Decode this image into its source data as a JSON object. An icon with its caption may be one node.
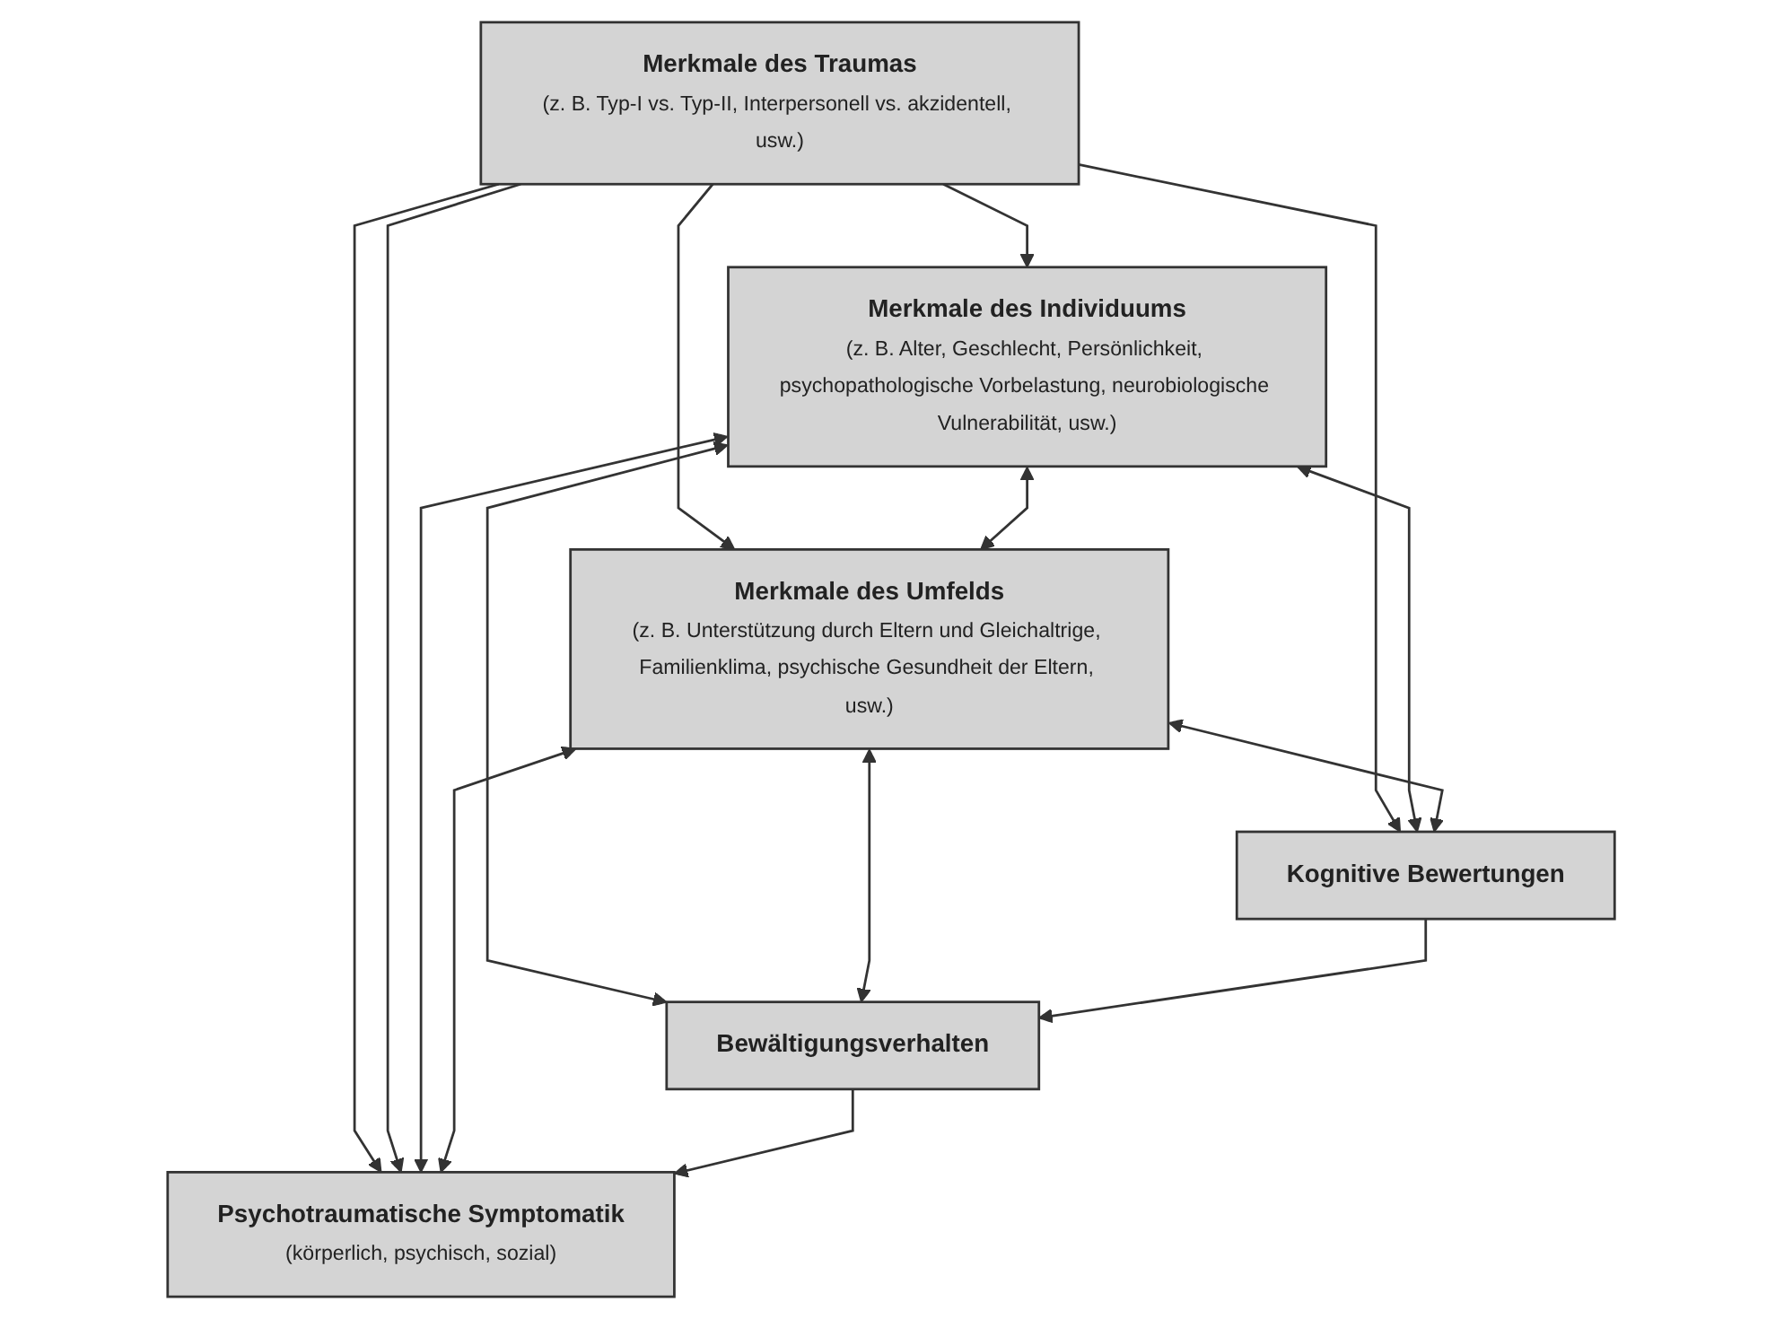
{
  "diagram": {
    "nodes": [
      {
        "text": [
          "Merkmale des Traumas",
          "(z. B. Typ-I vs. Typ-II, Interpersonell vs. akzidentell, usw.)"
        ]
      },
      {
        "text": [
          "Merkmale des Individuums",
          "(z. B. Alter, Geschlecht, Persönlichkeit, psychopathologische Vorbelastung, neurobiologische Vulnerabilität, usw.)"
        ]
      },
      {
        "text": [
          "Merkmale des Umfelds",
          "(z. B. Unterstützung durch Eltern und Gleichaltrige, Familienklima, psychische Gesundheit der Eltern, usw.)"
        ]
      },
      {
        "text": [
          "Kognitive Bewertungen"
        ]
      },
      {
        "text": [
          "Bewältigungsverhalten"
        ]
      },
      {
        "text": [
          "Psychotraumatische Symptomatik",
          "(körperlich, psychisch, sozial)"
        ]
      }
    ],
    "edges": [
      {
        "from": 0,
        "to": 1,
        "arrow": "to"
      },
      {
        "from": 0,
        "to": 2,
        "arrow": "to"
      },
      {
        "from": 0,
        "to": 3,
        "arrow": "to"
      },
      {
        "from": 0,
        "to": 5,
        "arrow": "to"
      },
      {
        "from": 0,
        "to": 5,
        "arrow": "to"
      },
      {
        "from": 1,
        "to": 2,
        "arrow": "both"
      },
      {
        "from": 1,
        "to": 3,
        "arrow": "both"
      },
      {
        "from": 1,
        "to": 4,
        "arrow": "both"
      },
      {
        "from": 1,
        "to": 5,
        "arrow": "both"
      },
      {
        "from": 2,
        "to": 3,
        "arrow": "both"
      },
      {
        "from": 2,
        "to": 4,
        "arrow": "both"
      },
      {
        "from": 2,
        "to": 5,
        "arrow": "both"
      },
      {
        "from": 3,
        "to": 4,
        "arrow": "to"
      },
      {
        "from": 4,
        "to": 5,
        "arrow": "to"
      }
    ]
  }
}
